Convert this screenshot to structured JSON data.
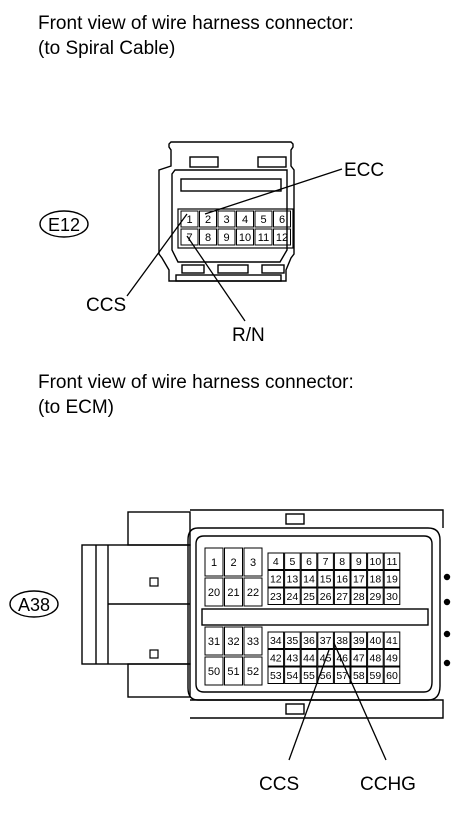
{
  "captions": {
    "spiral": [
      "Front view of wire harness connector:",
      "(to Spiral Cable)"
    ],
    "ecm": [
      "Front view of wire harness connector:",
      "(to ECM)"
    ]
  },
  "e12": {
    "code": "E12",
    "pins_row1": [
      "1",
      "2",
      "3",
      "4",
      "5",
      "6"
    ],
    "pins_row2": [
      "7",
      "8",
      "9",
      "10",
      "11",
      "12"
    ],
    "labels": {
      "ecc": "ECC",
      "ccs": "CCS",
      "rn": "R/N"
    }
  },
  "a38": {
    "code": "A38",
    "left_block": [
      [
        "1",
        "2",
        "3"
      ],
      [
        "20",
        "21",
        "22"
      ],
      [
        "31",
        "32",
        "33"
      ],
      [
        "50",
        "51",
        "52"
      ]
    ],
    "upper_block": [
      [
        "4",
        "5",
        "6",
        "7",
        "8",
        "9",
        "10",
        "11"
      ],
      [
        "12",
        "13",
        "14",
        "15",
        "16",
        "17",
        "18",
        "19"
      ],
      [
        "23",
        "24",
        "25",
        "26",
        "27",
        "28",
        "29",
        "30"
      ]
    ],
    "lower_block": [
      [
        "34",
        "35",
        "36",
        "37",
        "38",
        "39",
        "40",
        "41"
      ],
      [
        "42",
        "43",
        "44",
        "45",
        "46",
        "47",
        "48",
        "49"
      ],
      [
        "53",
        "54",
        "55",
        "56",
        "57",
        "58",
        "59",
        "60"
      ]
    ],
    "labels": {
      "ccs": "CCS",
      "cchg": "CCHG"
    }
  }
}
